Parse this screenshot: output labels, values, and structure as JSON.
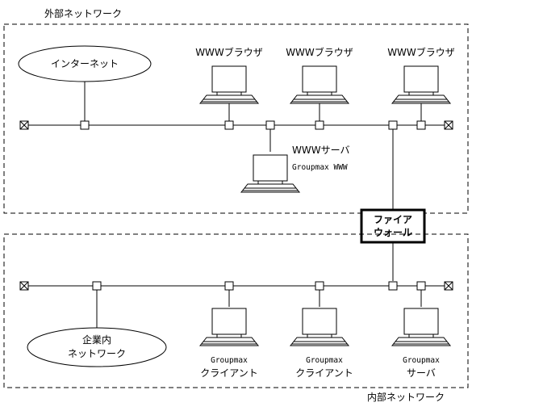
{
  "outer_network": {
    "title": "外部ネットワーク",
    "internet": "インターネット",
    "browsers": [
      "WWWブラウザ",
      "WWWブラウザ",
      "WWWブラウザ"
    ],
    "server_line1": "WWWサーバ",
    "server_line2": "Groupmax WWW"
  },
  "firewall": {
    "line1": "ファイア",
    "line2": "ウォール"
  },
  "inner_network": {
    "title": "内部ネットワーク",
    "cloud_line1": "企業内",
    "cloud_line2": "ネットワーク",
    "nodes": [
      {
        "line1": "Groupmax",
        "line2": "クライアント"
      },
      {
        "line1": "Groupmax",
        "line2": "クライアント"
      },
      {
        "line1": "Groupmax",
        "line2": "サーバ"
      }
    ]
  }
}
